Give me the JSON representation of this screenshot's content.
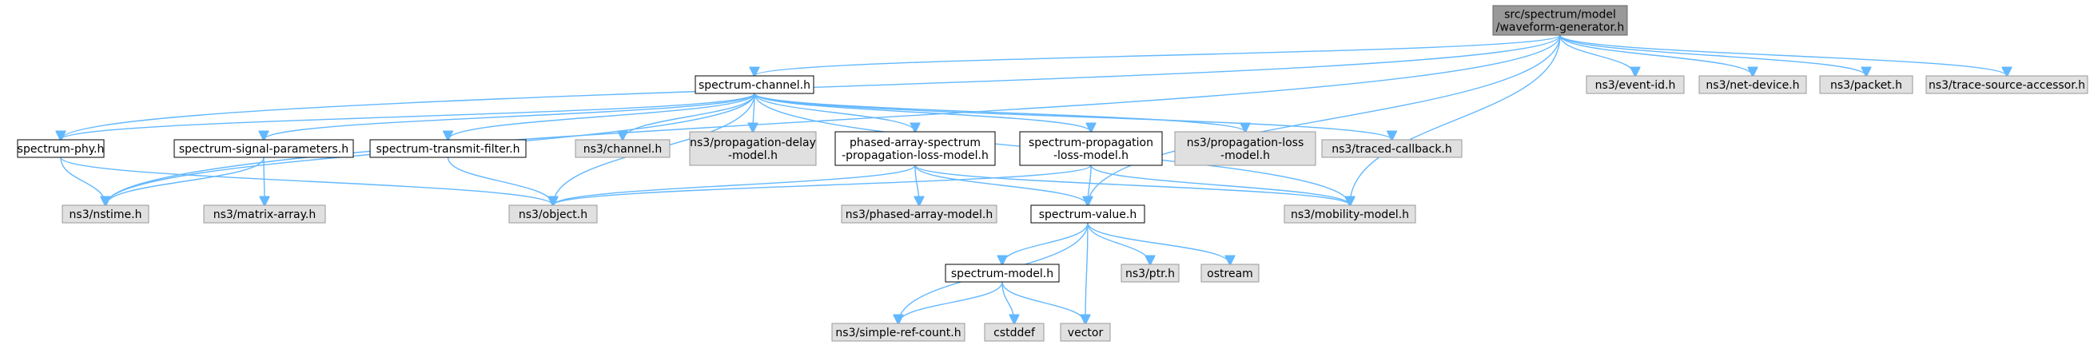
{
  "diagram": {
    "nodes": [
      {
        "id": "root",
        "kind": "root",
        "lines": [
          "src/spectrum/model",
          "/waveform-generator.h"
        ]
      },
      {
        "id": "channel",
        "kind": "local",
        "lines": [
          "spectrum-channel.h"
        ]
      },
      {
        "id": "eventid",
        "kind": "external",
        "lines": [
          "ns3/event-id.h"
        ]
      },
      {
        "id": "netdevice",
        "kind": "external",
        "lines": [
          "ns3/net-device.h"
        ]
      },
      {
        "id": "packet",
        "kind": "external",
        "lines": [
          "ns3/packet.h"
        ]
      },
      {
        "id": "tracesrc",
        "kind": "external",
        "lines": [
          "ns3/trace-source-accessor.h"
        ]
      },
      {
        "id": "phy",
        "kind": "local",
        "lines": [
          "spectrum-phy.h"
        ]
      },
      {
        "id": "sigparams",
        "kind": "local",
        "lines": [
          "spectrum-signal-parameters.h"
        ]
      },
      {
        "id": "txfilter",
        "kind": "local",
        "lines": [
          "spectrum-transmit-filter.h"
        ]
      },
      {
        "id": "nschannel",
        "kind": "external",
        "lines": [
          "ns3/channel.h"
        ]
      },
      {
        "id": "propdelay",
        "kind": "external",
        "lines": [
          "ns3/propagation-delay",
          "-model.h"
        ]
      },
      {
        "id": "phasedloss",
        "kind": "local",
        "lines": [
          "phased-array-spectrum",
          "-propagation-loss-model.h"
        ]
      },
      {
        "id": "specproploss",
        "kind": "local",
        "lines": [
          "spectrum-propagation",
          "-loss-model.h"
        ]
      },
      {
        "id": "proploss",
        "kind": "external",
        "lines": [
          "ns3/propagation-loss",
          "-model.h"
        ]
      },
      {
        "id": "tracedcb",
        "kind": "external",
        "lines": [
          "ns3/traced-callback.h"
        ]
      },
      {
        "id": "nstime",
        "kind": "external",
        "lines": [
          "ns3/nstime.h"
        ]
      },
      {
        "id": "matrix",
        "kind": "external",
        "lines": [
          "ns3/matrix-array.h"
        ]
      },
      {
        "id": "object",
        "kind": "external",
        "lines": [
          "ns3/object.h"
        ]
      },
      {
        "id": "phasedmodel",
        "kind": "external",
        "lines": [
          "ns3/phased-array-model.h"
        ]
      },
      {
        "id": "value",
        "kind": "local",
        "lines": [
          "spectrum-value.h"
        ]
      },
      {
        "id": "mobility",
        "kind": "external",
        "lines": [
          "ns3/mobility-model.h"
        ]
      },
      {
        "id": "model",
        "kind": "local",
        "lines": [
          "spectrum-model.h"
        ]
      },
      {
        "id": "ptr",
        "kind": "external",
        "lines": [
          "ns3/ptr.h"
        ]
      },
      {
        "id": "ostream",
        "kind": "external",
        "lines": [
          "ostream"
        ]
      },
      {
        "id": "simpleref",
        "kind": "external",
        "lines": [
          "ns3/simple-ref-count.h"
        ]
      },
      {
        "id": "cstddef",
        "kind": "external",
        "lines": [
          "cstddef"
        ]
      },
      {
        "id": "vector",
        "kind": "external",
        "lines": [
          "vector"
        ]
      }
    ],
    "edges": [
      [
        "root",
        "channel"
      ],
      [
        "root",
        "eventid"
      ],
      [
        "root",
        "netdevice"
      ],
      [
        "root",
        "packet"
      ],
      [
        "root",
        "tracesrc"
      ],
      [
        "root",
        "phy"
      ],
      [
        "root",
        "nstime"
      ],
      [
        "root",
        "value"
      ],
      [
        "root",
        "mobility"
      ],
      [
        "channel",
        "phy"
      ],
      [
        "channel",
        "sigparams"
      ],
      [
        "channel",
        "txfilter"
      ],
      [
        "channel",
        "nschannel"
      ],
      [
        "channel",
        "propdelay"
      ],
      [
        "channel",
        "phasedloss"
      ],
      [
        "channel",
        "specproploss"
      ],
      [
        "channel",
        "proploss"
      ],
      [
        "channel",
        "tracedcb"
      ],
      [
        "channel",
        "nstime"
      ],
      [
        "channel",
        "object"
      ],
      [
        "channel",
        "mobility"
      ],
      [
        "phy",
        "nstime"
      ],
      [
        "phy",
        "object"
      ],
      [
        "sigparams",
        "nstime"
      ],
      [
        "sigparams",
        "matrix"
      ],
      [
        "txfilter",
        "object"
      ],
      [
        "phasedloss",
        "object"
      ],
      [
        "phasedloss",
        "phasedmodel"
      ],
      [
        "phasedloss",
        "value"
      ],
      [
        "phasedloss",
        "mobility"
      ],
      [
        "specproploss",
        "object"
      ],
      [
        "specproploss",
        "value"
      ],
      [
        "specproploss",
        "mobility"
      ],
      [
        "value",
        "model"
      ],
      [
        "value",
        "ptr"
      ],
      [
        "value",
        "ostream"
      ],
      [
        "value",
        "simpleref"
      ],
      [
        "value",
        "vector"
      ],
      [
        "model",
        "simpleref"
      ],
      [
        "model",
        "cstddef"
      ],
      [
        "model",
        "vector"
      ]
    ]
  }
}
